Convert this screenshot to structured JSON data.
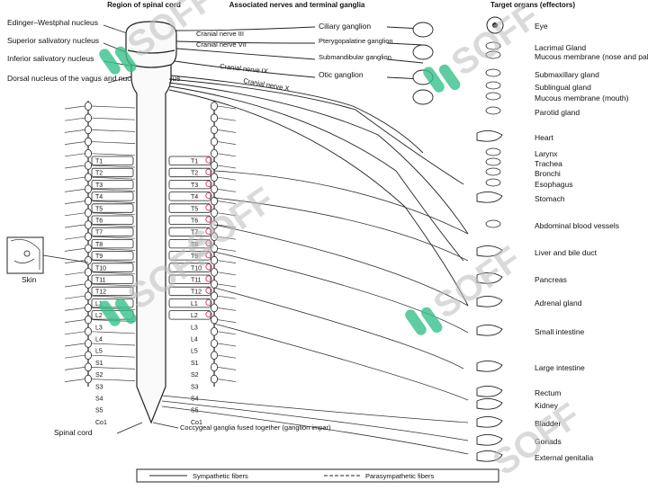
{
  "headers": {
    "region": "Region of spinal cord",
    "nerves": "Associated nerves and terminal ganglia",
    "targets": "Target organs (effectors)"
  },
  "nuclei": [
    "Edinger–Westphal nucleus",
    "Superior salivatory nucleus",
    "Inferior salivatory nucleus",
    "Dorsal nucleus of the vagus and nucleus ambiguus"
  ],
  "cranial_nerves": [
    "Cranial nerve III",
    "Cranial nerve VII",
    "Cranial nerve IX",
    "Cranial nerve X"
  ],
  "ganglia": [
    "Ciliary ganglion",
    "Pterygopalatine ganglion",
    "Submandibular ganglion",
    "Otic ganglion"
  ],
  "targets": [
    "Eye",
    "Lacrimal Gland",
    "Mucous membrane (nose and palate)",
    "Submaxillary gland",
    "Sublingual gland",
    "Mucous membrane (mouth)",
    "Parotid gland",
    "Heart",
    "Larynx",
    "Trachea",
    "Bronchi",
    "Esophagus",
    "Stomach",
    "Abdominal blood vessels",
    "Liver and bile duct",
    "Pancreas",
    "Adrenal gland",
    "Small intestine",
    "Large intestine",
    "Rectum",
    "Kidney",
    "Bladder",
    "Gonads",
    "External genitalia"
  ],
  "segments_left": [
    "T1",
    "T2",
    "T3",
    "T4",
    "T5",
    "T6",
    "T7",
    "T8",
    "T9",
    "T10",
    "T11",
    "T12",
    "L1",
    "L2",
    "L3",
    "L4",
    "L5",
    "S1",
    "S2",
    "S3",
    "S4",
    "S5",
    "Co1"
  ],
  "segments_right": [
    "T1",
    "T2",
    "T3",
    "T4",
    "T5",
    "T6",
    "T7",
    "T8",
    "T9",
    "T10",
    "T11",
    "T12",
    "L1",
    "L2",
    "L3",
    "L4",
    "L5",
    "S1",
    "S2",
    "S3",
    "S4",
    "S5",
    "Co1"
  ],
  "skin": "Skin",
  "spinal_cord": "Spinal cord",
  "coccygeal": "Coccygeal ganglia fused together (ganglion impar)",
  "legend": {
    "sympathetic": "Sympathetic fibers",
    "parasympathetic": "Parasympathetic fibers"
  },
  "watermark": "SOFF",
  "colors": {
    "line": "#222222",
    "accent": "#c0395a",
    "watermark_green": "#36c08a",
    "watermark_gray": "#bdbdbd"
  }
}
